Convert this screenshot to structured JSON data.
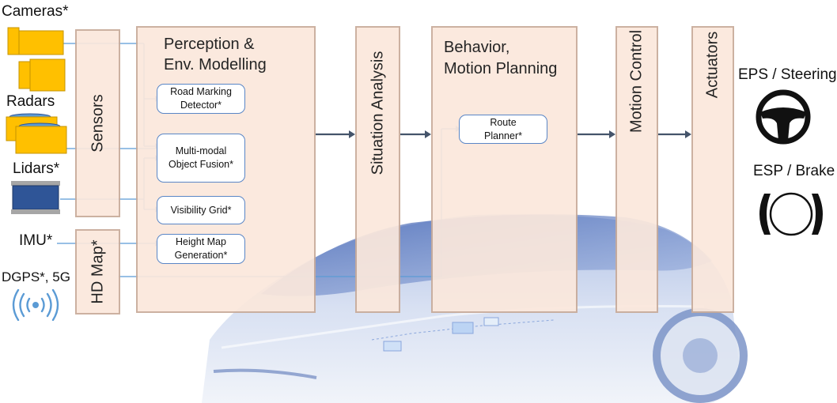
{
  "sources": {
    "cameras": "Cameras*",
    "radars": "Radars",
    "lidars": "Lidars*",
    "imu": "IMU*",
    "dgps": "DGPS*, 5G"
  },
  "columns": {
    "sensors": "Sensors",
    "hdmap": "HD Map*",
    "perception_line1": "Perception &",
    "perception_line2": "Env. Modelling",
    "situation": "Situation Analysis",
    "behavior_line1": "Behavior,",
    "behavior_line2": "Motion Planning",
    "motion_control": "Motion Control",
    "actuators": "Actuators"
  },
  "perception_modules": {
    "road_marking_line1": "Road Marking",
    "road_marking_line2": "Detector*",
    "fusion_line1": "Multi-modal",
    "fusion_line2": "Object Fusion*",
    "visibility": "Visibility Grid*",
    "height_line1": "Height Map",
    "height_line2": "Generation*"
  },
  "planning_modules": {
    "route_line1": "Route",
    "route_line2": "Planner*"
  },
  "outputs": {
    "eps": "EPS / Steering",
    "esp": "ESP / Brake"
  },
  "colors": {
    "sensor_yellow": "#ffc000",
    "lidar_blue": "#2f5597",
    "column_fill": "#fbe8dc",
    "arrow": "#44546a",
    "connector": "#5b9bd5",
    "car": "#8fa8d8"
  }
}
